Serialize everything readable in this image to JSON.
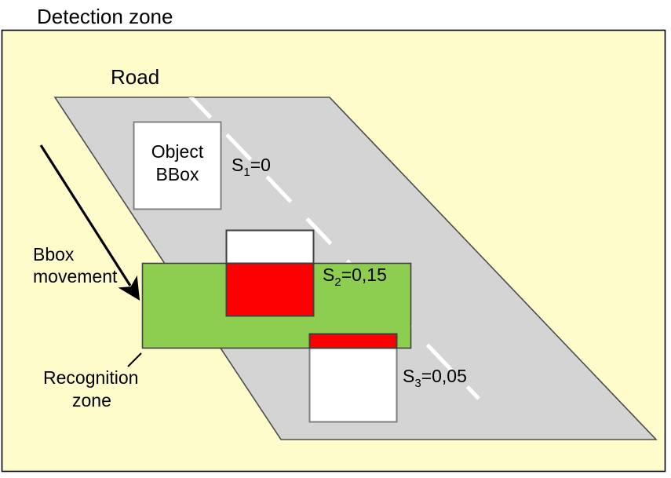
{
  "diagram": {
    "title": "Detection zone",
    "labels": {
      "detection_zone": "Detection zone",
      "road": "Road",
      "object_bbox_line1": "Object",
      "object_bbox_line2": "BBox",
      "bbox_movement_line1": "Bbox",
      "bbox_movement_line2": "movement",
      "recognition_zone_line1": "Recognition",
      "recognition_zone_line2": "zone"
    },
    "scores": [
      {
        "id": "s1",
        "symbol": "S",
        "subscript": "1",
        "equals": "=0",
        "full": "S1=0",
        "value": "0"
      },
      {
        "id": "s2",
        "symbol": "S",
        "subscript": "2",
        "equals": "=0,15",
        "full": "S2=0,15",
        "value": "0,15"
      },
      {
        "id": "s3",
        "symbol": "S",
        "subscript": "3",
        "equals": "=0,05",
        "full": "S3=0,05",
        "value": "0,05"
      }
    ],
    "colors": {
      "detection_zone_fill": "#FFFCCC",
      "detection_zone_stroke": "#000000",
      "road_fill": "#D4D4D4",
      "road_stroke": "#4D4D4D",
      "road_marking": "#FFFFFF",
      "recognition_zone_fill": "#8DCE50",
      "recognition_zone_stroke": "#404040",
      "bbox_fill": "#FFFFFF",
      "bbox_stroke": "#808080",
      "overlap_fill": "#FF0000",
      "arrow": "#000000",
      "text": "#000000"
    }
  }
}
